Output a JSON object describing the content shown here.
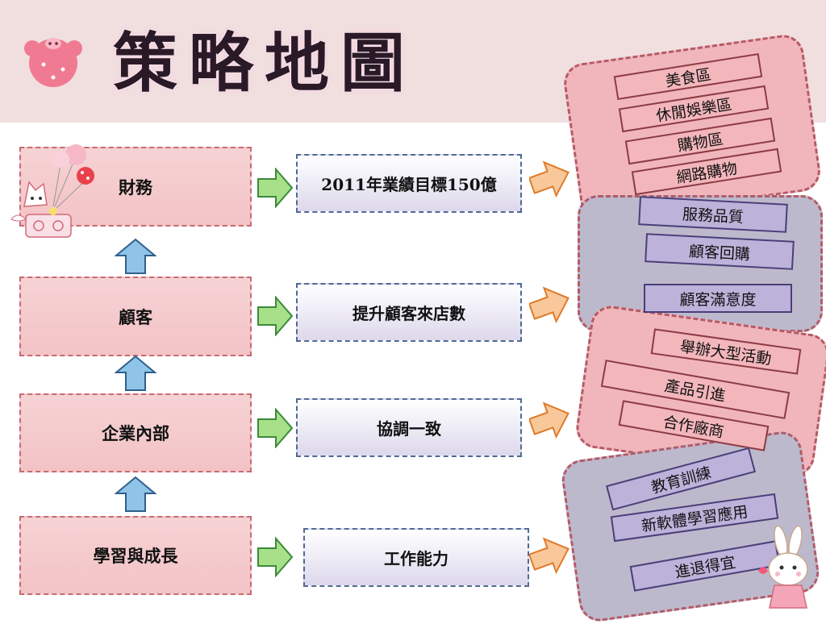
{
  "title": "策略地圖",
  "perspectives": [
    {
      "label": "財務",
      "goal": "2011年業績目標150億"
    },
    {
      "label": "顧客",
      "goal": "提升顧客來店數"
    },
    {
      "label": "企業內部",
      "goal": "協調一致"
    },
    {
      "label": "學習與成長",
      "goal": "工作能力"
    }
  ],
  "panels": {
    "finance": [
      "美食區",
      "休閒娛樂區",
      "購物區",
      "網路購物"
    ],
    "customer": [
      "服務品質",
      "顧客回購",
      "顧客滿意度"
    ],
    "internal": [
      "舉辦大型活動",
      "產品引進",
      "合作廠商"
    ],
    "learning": [
      "教育訓練",
      "新軟體學習應用",
      "進退得宜"
    ]
  },
  "colors": {
    "header_bg": "#f1dfe0",
    "left_box_fill": "#f3c3c6",
    "mid_box_fill": "#ddd8ec",
    "green_arrow": "#a8e08a",
    "orange_arrow": "#f8c89a",
    "blue_arrow": "#8fc4e8"
  }
}
